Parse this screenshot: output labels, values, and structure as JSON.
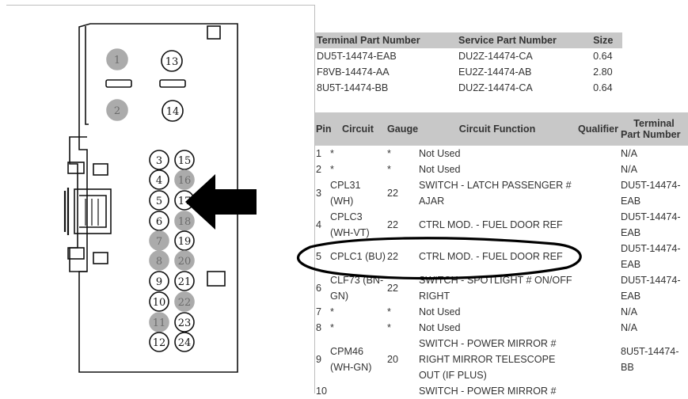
{
  "pin_numbers": [
    "1",
    "2",
    "3",
    "4",
    "5",
    "6",
    "7",
    "8",
    "9",
    "10",
    "11",
    "12",
    "13",
    "14",
    "15",
    "16",
    "17",
    "18",
    "19",
    "20",
    "21",
    "22",
    "23",
    "24"
  ],
  "parts_table": {
    "headers": [
      "Terminal Part Number",
      "Service Part Number",
      "Size"
    ],
    "rows": [
      [
        "DU5T-14474-EAB",
        "DU2Z-14474-CA",
        "0.64"
      ],
      [
        "F8VB-14474-AA",
        "EU2Z-14474-AB",
        "2.80"
      ],
      [
        "8U5T-14474-BB",
        "DU2Z-14474-CA",
        "0.64"
      ]
    ]
  },
  "circuit_table": {
    "headers": {
      "pin": "Pin",
      "circuit": "Circuit",
      "gauge": "Gauge",
      "function": "Circuit Function",
      "qualifier": "Qualifier",
      "terminal_line1": "Terminal",
      "terminal_line2": "Part Number"
    },
    "rows": [
      {
        "pin": "1",
        "circuit": "*",
        "gauge": "*",
        "function": "Not Used",
        "qualifier": "",
        "terminal": "N/A"
      },
      {
        "pin": "2",
        "circuit": "*",
        "gauge": "*",
        "function": "Not Used",
        "qualifier": "",
        "terminal": "N/A"
      },
      {
        "pin": "3",
        "circuit": "CPL31 (WH)",
        "gauge": "22",
        "function": "SWITCH - LATCH PASSENGER # AJAR",
        "qualifier": "",
        "terminal": "DU5T-14474-EAB"
      },
      {
        "pin": "4",
        "circuit": "CPLC3 (WH-VT)",
        "gauge": "22",
        "function": "CTRL MOD. - FUEL DOOR REF",
        "qualifier": "",
        "terminal": "DU5T-14474-EAB"
      },
      {
        "pin": "5",
        "circuit": "CPLC1 (BU)",
        "gauge": "22",
        "function": "CTRL MOD. - FUEL DOOR REF",
        "qualifier": "",
        "terminal": "DU5T-14474-EAB"
      },
      {
        "pin": "6",
        "circuit": "CLF73 (BN-GN)",
        "gauge": "22",
        "function": "SWITCH - SPOTLIGHT # ON/OFF RIGHT",
        "qualifier": "",
        "terminal": "DU5T-14474-EAB"
      },
      {
        "pin": "7",
        "circuit": "*",
        "gauge": "*",
        "function": "Not Used",
        "qualifier": "",
        "terminal": "N/A"
      },
      {
        "pin": "8",
        "circuit": "*",
        "gauge": "*",
        "function": "Not Used",
        "qualifier": "",
        "terminal": "N/A"
      },
      {
        "pin": "9",
        "circuit": "CPM46 (WH-GN)",
        "gauge": "20",
        "function": "SWITCH - POWER MIRROR # RIGHT MIRROR TELESCOPE OUT (IF PLUS)",
        "qualifier": "",
        "terminal": "8U5T-14474-BB"
      },
      {
        "pin": "10",
        "circuit": "",
        "gauge": "",
        "function": "SWITCH - POWER MIRROR #",
        "qualifier": "",
        "terminal": ""
      }
    ]
  }
}
